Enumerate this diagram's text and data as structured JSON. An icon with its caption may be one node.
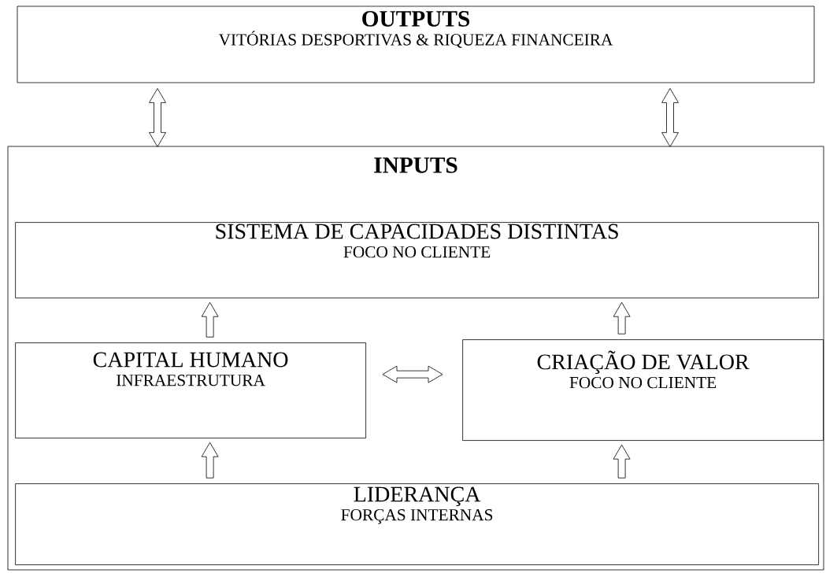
{
  "diagram": {
    "nodes": [
      {
        "text": [
          "OUTPUTS",
          "VITÓRIAS DESPORTIVAS & RIQUEZA FINANCEIRA"
        ]
      },
      {
        "text": [
          "INPUTS"
        ]
      },
      {
        "text": [
          "SISTEMA DE CAPACIDADES DISTINTAS",
          "FOCO NO CLIENTE"
        ],
        "in": 1
      },
      {
        "text": [
          "CAPITAL HUMANO",
          "INFRAESTRUTURA"
        ],
        "in": 1
      },
      {
        "text": [
          "CRIAÇÃO DE VALOR",
          "FOCO NO CLIENTE"
        ],
        "in": 1
      },
      {
        "text": [
          "LIDERANÇA",
          "FORÇAS INTERNAS"
        ],
        "in": 1
      }
    ],
    "edges": [
      {
        "from": 0,
        "to": 1,
        "arrow": "both"
      },
      {
        "from": 0,
        "to": 1,
        "arrow": "both"
      },
      {
        "from": 3,
        "to": 2,
        "arrow": "to"
      },
      {
        "from": 4,
        "to": 2,
        "arrow": "to"
      },
      {
        "from": 3,
        "to": 4,
        "arrow": "both"
      },
      {
        "from": 5,
        "to": 3,
        "arrow": "to"
      },
      {
        "from": 5,
        "to": 4,
        "arrow": "to"
      }
    ]
  }
}
